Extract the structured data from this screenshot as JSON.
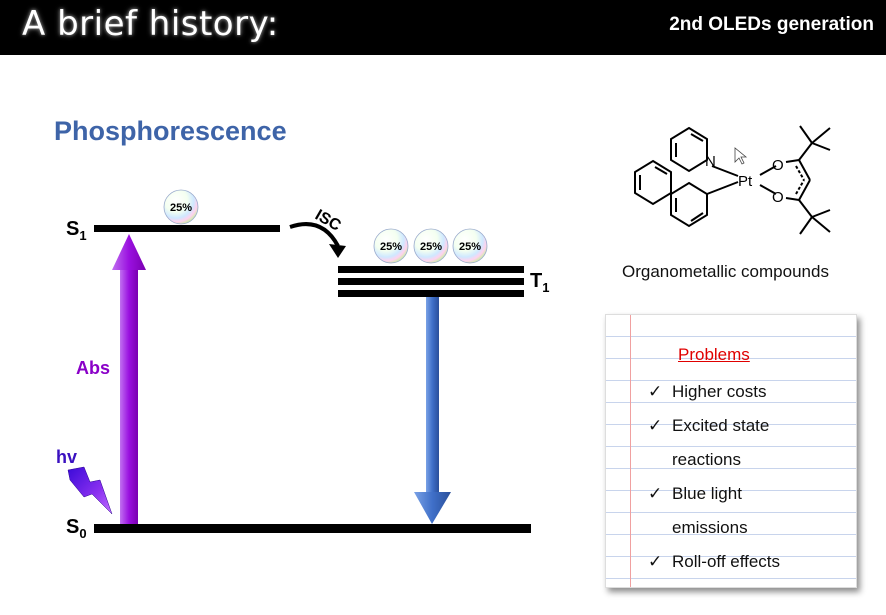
{
  "header": {
    "title": "A brief history:",
    "subtitle": "2nd OLEDs generation"
  },
  "section_title": "Phosphorescence",
  "diagram": {
    "levels": {
      "s1": {
        "label": "S",
        "sub": "1"
      },
      "s0": {
        "label": "S",
        "sub": "0"
      },
      "t1": {
        "label": "T",
        "sub": "1"
      }
    },
    "isc_label": "ISC",
    "abs_label": "Abs",
    "hv_label": "hv",
    "s1_bubble": "25%",
    "t1_bubbles": [
      "25%",
      "25%",
      "25%"
    ]
  },
  "molecule": {
    "caption": "Organometallic compounds",
    "atoms": {
      "n": "N",
      "pt": "Pt",
      "o1": "O",
      "o2": "O"
    }
  },
  "problems": {
    "title": "Problems",
    "items": [
      {
        "check": "✓",
        "text": "Higher costs"
      },
      {
        "check": "✓",
        "text": "Excited state",
        "cont": "reactions"
      },
      {
        "check": "✓",
        "text": "Blue light",
        "cont": "emissions"
      },
      {
        "check": "✓",
        "text": "Roll-off effects"
      }
    ]
  },
  "colors": {
    "title_blue": "#3e64a8",
    "abs_purple": "#8a00c8",
    "emission_blue": "#3f6fc8",
    "problems_red": "#e00000"
  }
}
